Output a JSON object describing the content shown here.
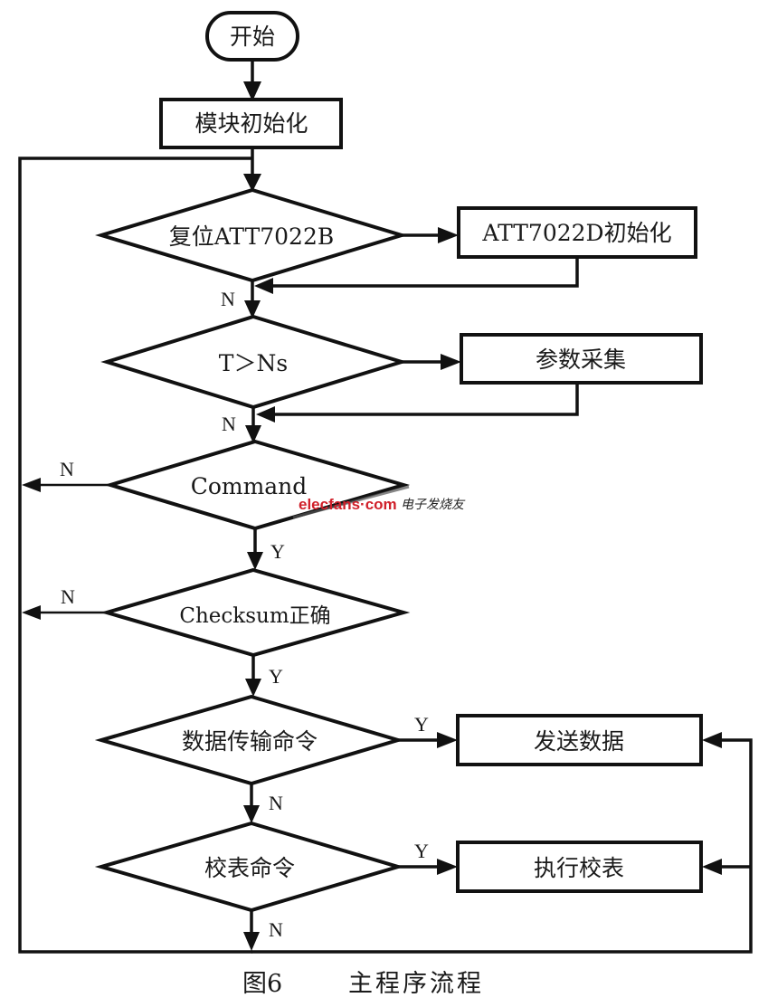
{
  "diagram": {
    "type": "flowchart",
    "start": {
      "label": "开始"
    },
    "init": {
      "label": "模块初始化"
    },
    "decisions": [
      {
        "id": "reset",
        "label": "复位ATT7022B",
        "yes_branch": "ATT7022D初始化",
        "no_label": "N"
      },
      {
        "id": "timer",
        "label": "T＞Ns",
        "yes_branch": "参数采集",
        "no_label": "N"
      },
      {
        "id": "command",
        "label": "Command",
        "no_label": "N",
        "yes_label": "Y"
      },
      {
        "id": "checksum",
        "label": "Checksum正确",
        "no_label": "N",
        "yes_label": "Y"
      },
      {
        "id": "data_cmd",
        "label": "数据传输命令",
        "yes_label": "Y",
        "no_label": "N",
        "yes_branch": "发送数据"
      },
      {
        "id": "calib_cmd",
        "label": "校表命令",
        "yes_label": "Y",
        "no_label": "N",
        "yes_branch": "执行校表"
      }
    ],
    "processes": [
      {
        "id": "att_init",
        "label": "ATT7022D初始化"
      },
      {
        "id": "param",
        "label": "参数采集"
      },
      {
        "id": "send",
        "label": "发送数据"
      },
      {
        "id": "calib",
        "label": "执行校表"
      }
    ],
    "caption": {
      "figure": "图6",
      "title": "主程序流程"
    },
    "watermark": {
      "site": "elecfans·com",
      "text": "电子发烧友"
    }
  },
  "colors": {
    "line": "#111111",
    "watermark": "#d0202a"
  }
}
